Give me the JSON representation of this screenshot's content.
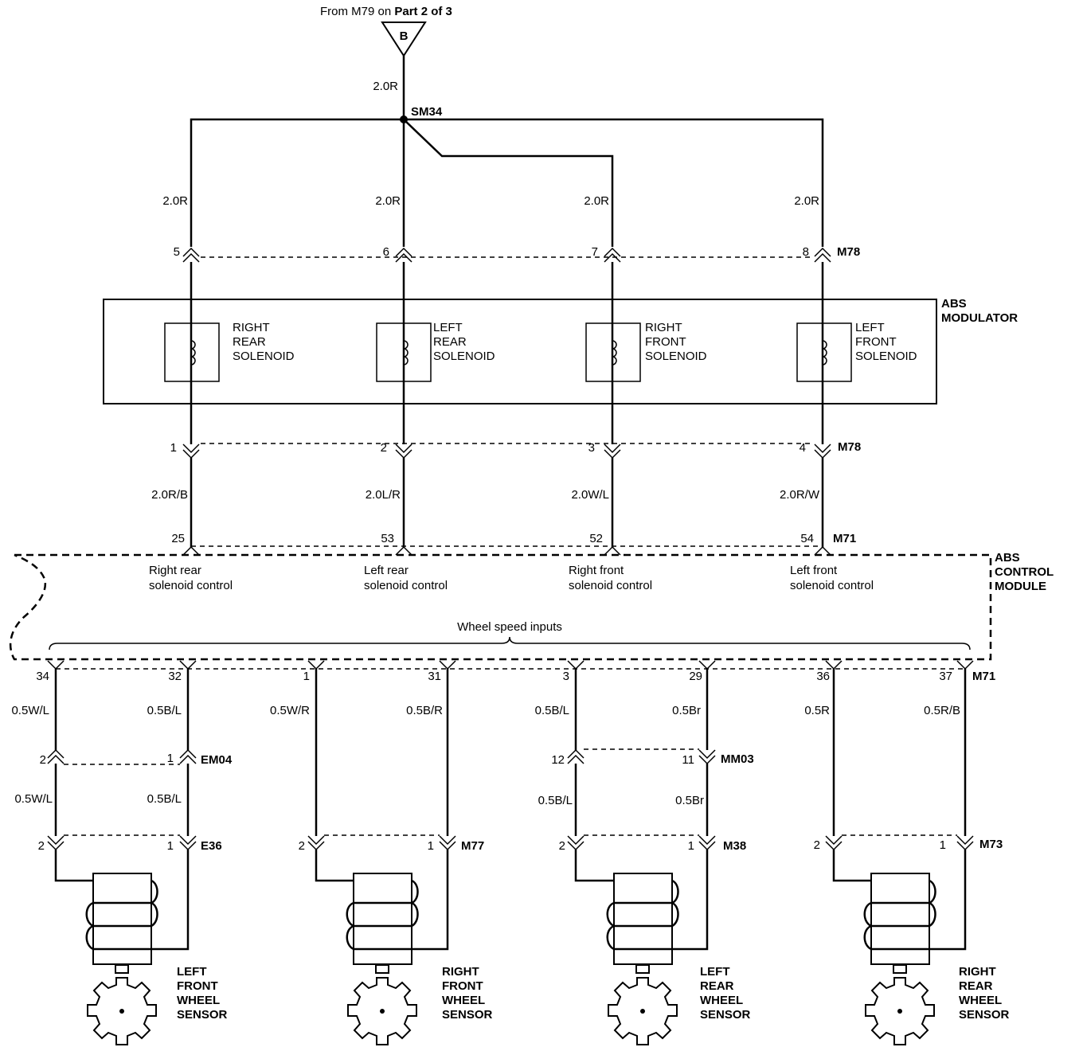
{
  "top": {
    "from_prefix": "From M79 on ",
    "from_part": "Part 2 of 3",
    "connector_letter": "B",
    "feed_wire": "2.0R",
    "splice": "SM34"
  },
  "upper_wires": [
    "2.0R",
    "2.0R",
    "2.0R",
    "2.0R"
  ],
  "upper_pins": [
    "5",
    "6",
    "7",
    "8"
  ],
  "upper_connector": "M78",
  "modulator": {
    "title": [
      "ABS",
      "MODULATOR"
    ],
    "solenoids": [
      [
        "RIGHT",
        "REAR",
        "SOLENOID"
      ],
      [
        "LEFT",
        "REAR",
        "SOLENOID"
      ],
      [
        "RIGHT",
        "FRONT",
        "SOLENOID"
      ],
      [
        "LEFT",
        "FRONT",
        "SOLENOID"
      ]
    ]
  },
  "lower_pins": [
    "1",
    "2",
    "3",
    "4"
  ],
  "lower_connector": "M78",
  "mid_wires": [
    "2.0R/B",
    "2.0L/R",
    "2.0W/L",
    "2.0R/W"
  ],
  "module_pins": [
    "25",
    "53",
    "52",
    "54"
  ],
  "module_connector": "M71",
  "control_module": {
    "title": [
      "ABS",
      "CONTROL",
      "MODULE"
    ],
    "outputs": [
      [
        "Right rear",
        "solenoid control"
      ],
      [
        "Left rear",
        "solenoid control"
      ],
      [
        "Right front",
        "solenoid control"
      ],
      [
        "Left front",
        "solenoid control"
      ]
    ],
    "inputs_label": "Wheel speed inputs"
  },
  "sensor_pins": [
    "34",
    "32",
    "1",
    "31",
    "3",
    "29",
    "36",
    "37"
  ],
  "sensor_connector": "M71",
  "sensor_wires": [
    "0.5W/L",
    "0.5B/L",
    "0.5W/R",
    "0.5B/R",
    "0.5B/L",
    "0.5Br",
    "0.5R",
    "0.5R/B"
  ],
  "inline_connectors": [
    {
      "name": "EM04",
      "pin_left": "2",
      "pin_right": "1",
      "wire_left": "0.5W/L",
      "wire_right": "0.5B/L"
    },
    {
      "name": "MM03",
      "pin_left": "12",
      "pin_right": "11",
      "wire_left": "0.5B/L",
      "wire_right": "0.5Br"
    }
  ],
  "sensor_connectors": [
    {
      "name": "E36",
      "pin_left": "2",
      "pin_right": "1"
    },
    {
      "name": "M77",
      "pin_left": "2",
      "pin_right": "1"
    },
    {
      "name": "M38",
      "pin_left": "2",
      "pin_right": "1"
    },
    {
      "name": "M73",
      "pin_left": "2",
      "pin_right": "1"
    }
  ],
  "sensors": [
    [
      "LEFT",
      "FRONT",
      "WHEEL",
      "SENSOR"
    ],
    [
      "RIGHT",
      "FRONT",
      "WHEEL",
      "SENSOR"
    ],
    [
      "LEFT",
      "REAR",
      "WHEEL",
      "SENSOR"
    ],
    [
      "RIGHT",
      "REAR",
      "WHEEL",
      "SENSOR"
    ]
  ]
}
